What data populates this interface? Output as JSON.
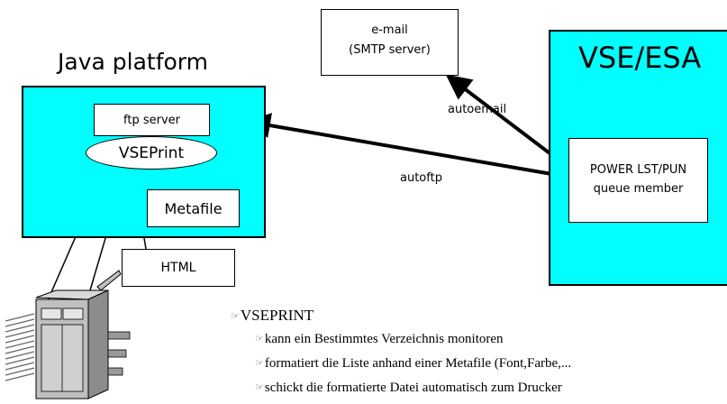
{
  "java_platform": {
    "title": "Java platform",
    "ftp_server": "ftp server",
    "vseprint": "VSEPrint",
    "metafile": "Metafile",
    "html": "HTML"
  },
  "email_box": {
    "line1": "e-mail",
    "line2": "(SMTP server)"
  },
  "vse_esa": {
    "title": "VSE/ESA",
    "queue_line1": "POWER LST/PUN",
    "queue_line2": "queue member"
  },
  "arrows": {
    "autoemail": "autoemail",
    "autoftp": "autoftp"
  },
  "icons": {
    "printer": "printer-icon",
    "bullet": "pointing-hand-icon"
  },
  "notes": {
    "heading": "VSEPRINT",
    "items": [
      "kann ein Bestimmtes Verzeichnis monitoren",
      "formatiert die Liste anhand einer Metafile (Font,Farbe,...",
      "schickt die formatierte Datei automatisch zum Drucker"
    ]
  },
  "colors": {
    "platform_fill": "#00ffff",
    "box_fill": "#ffffff",
    "stroke": "#000000"
  }
}
